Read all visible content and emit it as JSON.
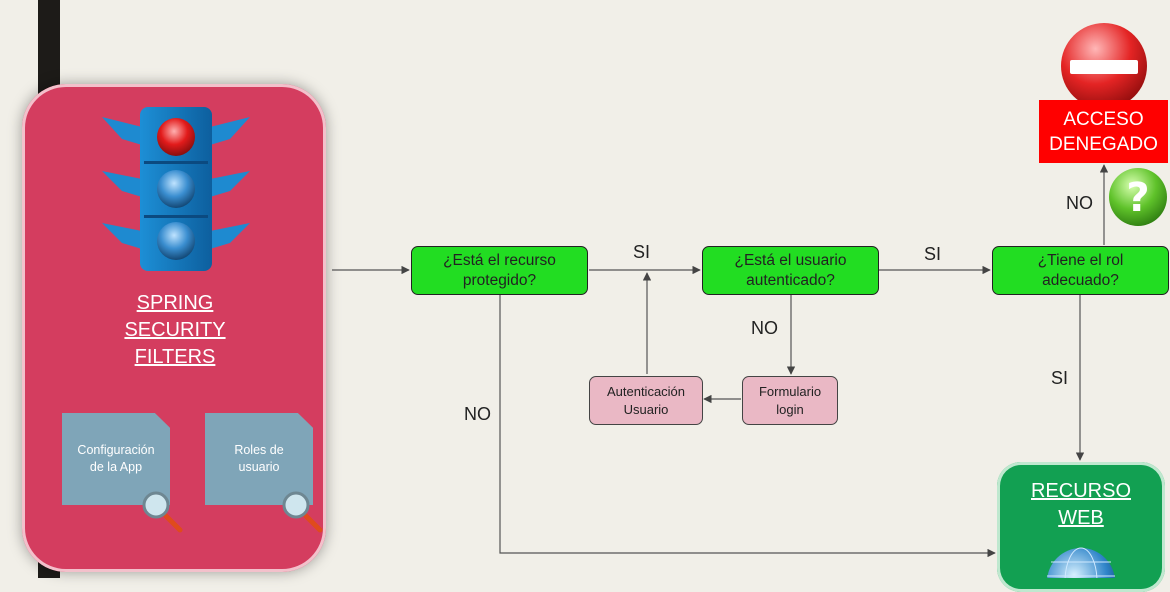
{
  "panel": {
    "title_lines": [
      "SPRING",
      "SECURITY",
      "FILTERS"
    ]
  },
  "docs": [
    {
      "label_lines": [
        "Configuración",
        "de la App"
      ]
    },
    {
      "label_lines": [
        "Roles de",
        "usuario"
      ]
    }
  ],
  "nodes": {
    "protected": [
      "¿Está el recurso",
      "protegido?"
    ],
    "authenticated": [
      "¿Está el usuario",
      "autenticado?"
    ],
    "role": [
      "¿Tiene el rol",
      "adecuado?"
    ],
    "auth_user": [
      "Autenticación",
      "Usuario"
    ],
    "login_form": [
      "Formulario",
      "login"
    ]
  },
  "edges": {
    "si1": "SI",
    "si2": "SI",
    "si3": "SI",
    "no_login": "NO",
    "no_role": "NO",
    "no_protected": "NO"
  },
  "denied": [
    "ACCESO",
    "DENEGADO"
  ],
  "resource": [
    "RECURSO",
    "WEB"
  ],
  "colors": {
    "panel": "#d43d5f",
    "decision": "#22dd22",
    "process": "#eab8c5",
    "denied": "#ff0000",
    "resource": "#12a052"
  }
}
